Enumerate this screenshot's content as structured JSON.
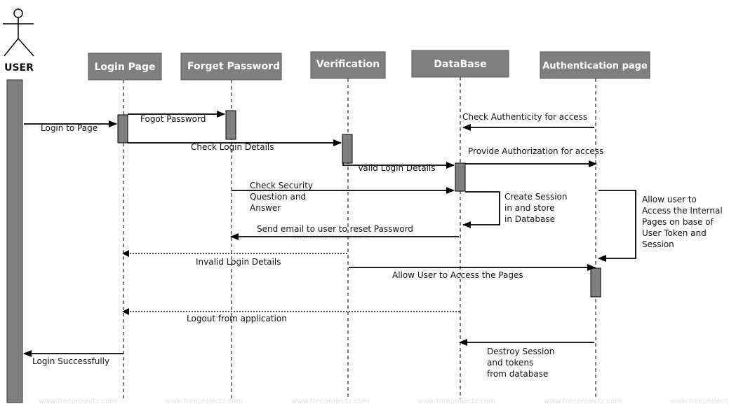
{
  "actor": {
    "label": "USER"
  },
  "lifelines": {
    "login_page": "Login Page",
    "forget_password": "Forget Password",
    "verification": "Verification",
    "database": "DataBase",
    "authentication_page": "Authentication page"
  },
  "messages": {
    "login_to_page": "Login to Page",
    "fogot_password": "Fogot Password",
    "check_login_details": "Check Login Details",
    "check_authenticity": "Check Authenticity for access",
    "provide_authorization": "Provide Authorization for access",
    "valid_login_details": "Valid Login Details",
    "check_security_1": "Check Security",
    "check_security_2": "Question and",
    "check_security_3": "Answer",
    "create_session_1": "Create Session",
    "create_session_2": "in and store",
    "create_session_3": "in Database",
    "allow_internal_1": "Allow user to",
    "allow_internal_2": "Access the Internal",
    "allow_internal_3": "Pages on base of",
    "allow_internal_4": "User Token and",
    "allow_internal_5": "Session",
    "send_email": "Send email to user to reset Password",
    "invalid_login": "Invalid Login Details",
    "allow_access_pages": "Allow User to Access the Pages",
    "logout": "Logout from application",
    "destroy_1": "Destroy Session",
    "destroy_2": "and tokens",
    "destroy_3": "from database",
    "login_success": "Login Successfully"
  },
  "watermark": "www.freeprojectz.com",
  "colors": {
    "box": "#7f7f7f",
    "line": "#000000"
  }
}
